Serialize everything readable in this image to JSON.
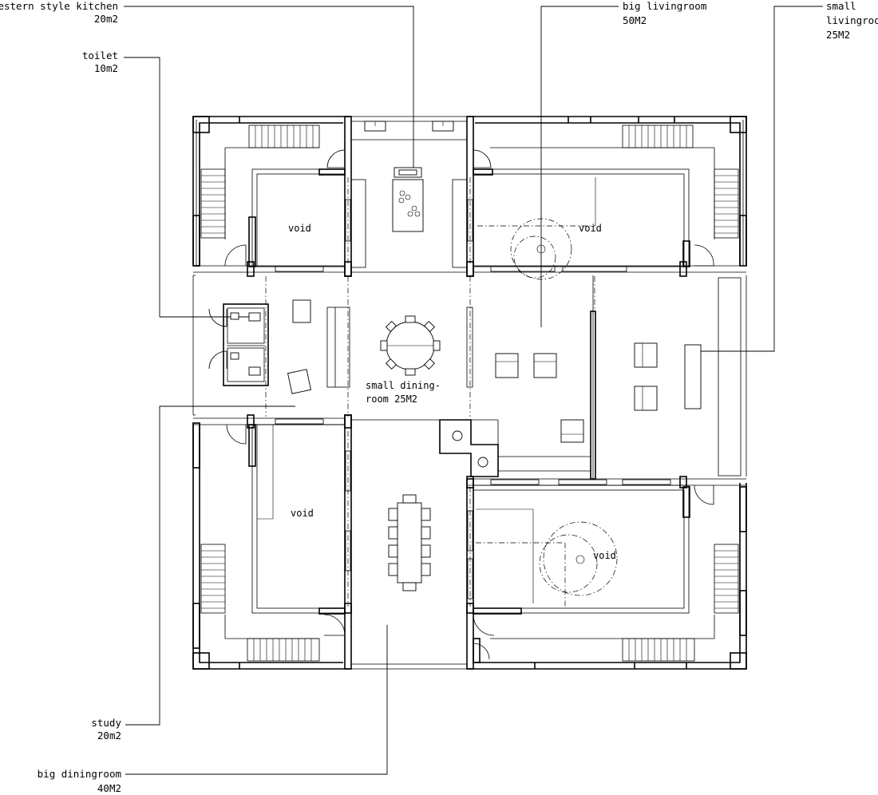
{
  "labels": {
    "kitchen": {
      "name": "western style kitchen",
      "area": "20m2"
    },
    "toilet": {
      "name": "toilet",
      "area": "10m2"
    },
    "study": {
      "name": "study",
      "area": "20m2"
    },
    "big_dining": {
      "name": "big diningroom",
      "area": "40M2"
    },
    "big_living": {
      "name": "big livingroom",
      "area": "50M2"
    },
    "small_living": {
      "line1": "small",
      "line2": "livingroom",
      "area": "25M2"
    }
  },
  "rooms": {
    "void": "void",
    "small_dining_line1": "small dining-",
    "small_dining_line2": "room 25M2"
  }
}
